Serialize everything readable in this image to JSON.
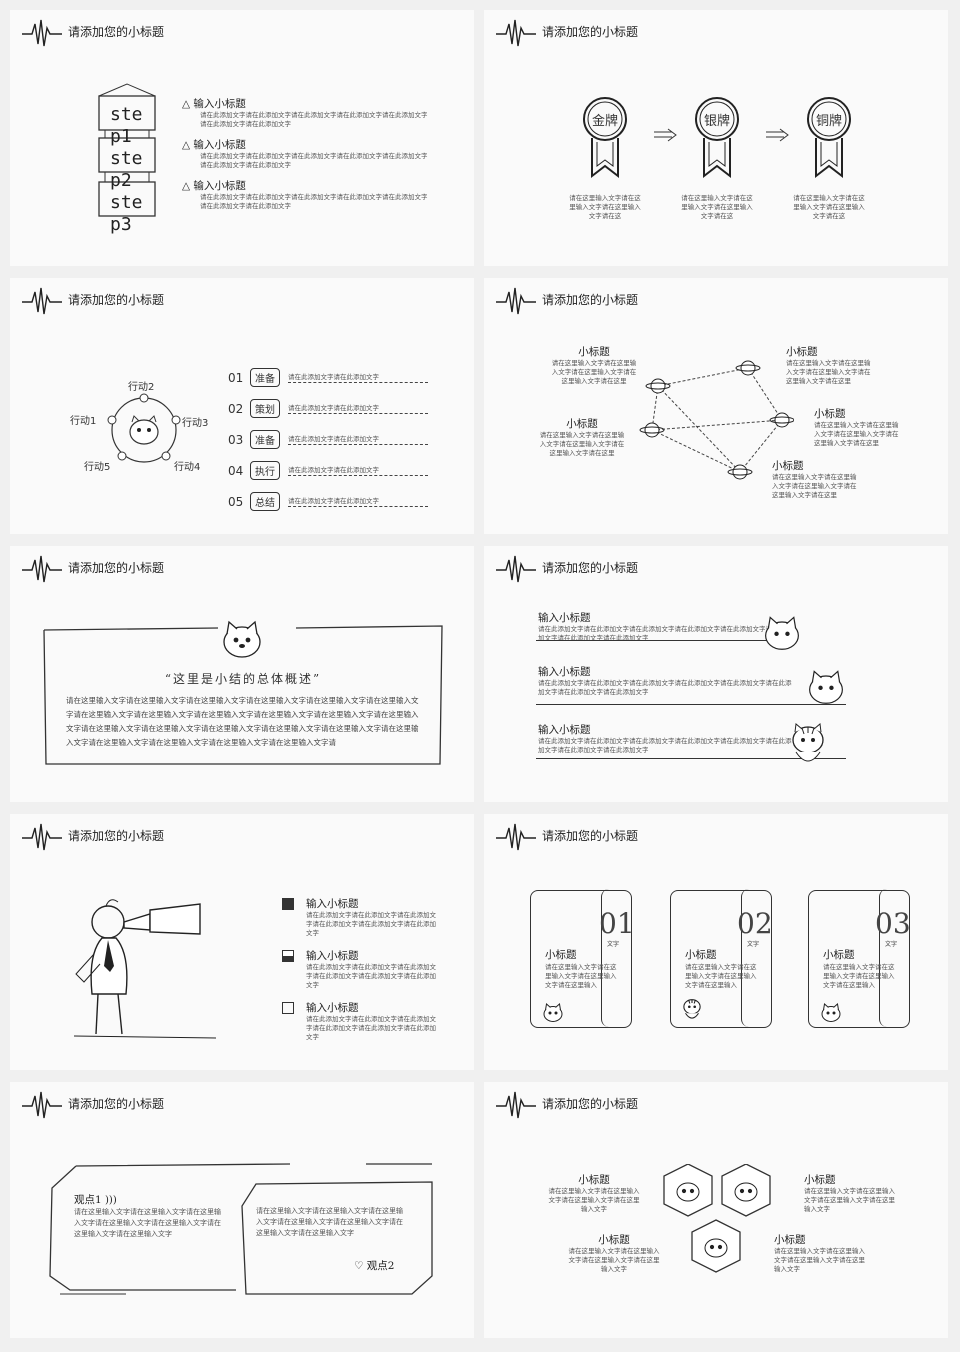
{
  "slide_title": "请添加您的小标题",
  "s1": {
    "signs": [
      "ste",
      "p1",
      "ste",
      "p2",
      "ste",
      "p3"
    ],
    "items": [
      {
        "title": "输入小标题",
        "text": "请在此添加文字请在此添加文字请在此添加文字请在此添加文字请在此添加文字请在此添加文字请在此添加文字"
      },
      {
        "title": "输入小标题",
        "text": "请在此添加文字请在此添加文字请在此添加文字请在此添加文字请在此添加文字请在此添加文字请在此添加文字"
      },
      {
        "title": "输入小标题",
        "text": "请在此添加文字请在此添加文字请在此添加文字请在此添加文字请在此添加文字请在此添加文字请在此添加文字"
      }
    ]
  },
  "s2": {
    "medals": [
      {
        "label": "金牌",
        "text": "请在这里输入文字请在这里输入文字请在这里输入文字请在这"
      },
      {
        "label": "银牌",
        "text": "请在这里输入文字请在这里输入文字请在这里输入文字请在这"
      },
      {
        "label": "铜牌",
        "text": "请在这里输入文字请在这里输入文字请在这里输入文字请在这"
      }
    ]
  },
  "s3": {
    "actions": [
      "行动1",
      "行动2",
      "行动3",
      "行动4",
      "行动5"
    ],
    "steps": [
      {
        "num": "01",
        "tag": "准备",
        "text": "请在此添加文字请在此添加文字"
      },
      {
        "num": "02",
        "tag": "策划",
        "text": "请在此添加文字请在此添加文字"
      },
      {
        "num": "03",
        "tag": "准备",
        "text": "请在此添加文字请在此添加文字"
      },
      {
        "num": "04",
        "tag": "执行",
        "text": "请在此添加文字请在此添加文字"
      },
      {
        "num": "05",
        "tag": "总结",
        "text": "请在此添加文字请在此添加文字"
      }
    ]
  },
  "s4": {
    "nodes": [
      {
        "title": "小标题",
        "text": "请在这里输入文字请在这里输入文字请在这里输入文字请在这里输入文字请在这里"
      },
      {
        "title": "小标题",
        "text": "请在这里输入文字请在这里输入文字请在这里输入文字请在这里输入文字请在这里"
      },
      {
        "title": "小标题",
        "text": "请在这里输入文字请在这里输入文字请在这里输入文字请在这里输入文字请在这里"
      },
      {
        "title": "小标题",
        "text": "请在这里输入文字请在这里输入文字请在这里输入文字请在这里输入文字请在这里"
      },
      {
        "title": "小标题",
        "text": "请在这里输入文字请在这里输入文字请在这里输入文字请在这里输入文字请在这里"
      }
    ]
  },
  "s5": {
    "quote": "“这里是小结的总体概述”",
    "text": "请在这里输入文字请在这里输入文字请在这里输入文字请在这里输入文字请在这里输入文字请在这里输入文字请在这里输入文字请在这里输入文字请在这里输入文字请在这里输入文字请在这里输入文字请在这里输入文字请在这里输入文字请在这里输入文字请在这里输入文字请在这里输入文字请在这里输入文字请在这里输入文字请在这里输入文字请在这里输入文字请在这里输入文字请在这里输入文字请"
  },
  "s6": {
    "items": [
      {
        "title": "输入小标题",
        "text": "请在此添加文字请在此添加文字请在此添加文字请在此添加文字请在此添加文字请在此添加文字请在此添加文字请在此添加文字"
      },
      {
        "title": "输入小标题",
        "text": "请在此添加文字请在此添加文字请在此添加文字请在此添加文字请在此添加文字请在此添加文字请在此添加文字请在此添加文字"
      },
      {
        "title": "输入小标题",
        "text": "请在此添加文字请在此添加文字请在此添加文字请在此添加文字请在此添加文字请在此添加文字请在此添加文字请在此添加文字"
      }
    ]
  },
  "s7": {
    "items": [
      {
        "title": "输入小标题",
        "text": "请在此添加文字请在此添加文字请在此添加文字请在此添加文字请在此添加文字请在此添加文字"
      },
      {
        "title": "输入小标题",
        "text": "请在此添加文字请在此添加文字请在此添加文字请在此添加文字请在此添加文字请在此添加文字"
      },
      {
        "title": "输入小标题",
        "text": "请在此添加文字请在此添加文字请在此添加文字请在此添加文字请在此添加文字请在此添加文字"
      }
    ]
  },
  "s8": {
    "cards": [
      {
        "num": "01",
        "sub": "文字",
        "title": "小标题",
        "text": "请在这里输入文字请在这里输入文字请在这里输入文字请在这里输入"
      },
      {
        "num": "02",
        "sub": "文字",
        "title": "小标题",
        "text": "请在这里输入文字请在这里输入文字请在这里输入文字请在这里输入"
      },
      {
        "num": "03",
        "sub": "文字",
        "title": "小标题",
        "text": "请在这里输入文字请在这里输入文字请在这里输入文字请在这里输入"
      }
    ]
  },
  "s9": {
    "p1_title": "观点1",
    "p1_text": "请在这里输入文字请在这里输入文字请在这里输入文字请在这里输入文字请在这里输入文字请在这里输入文字请在这里输入文字",
    "p2_title": "观点2",
    "p2_text": "请在这里输入文字请在这里输入文字请在这里输入文字请在这里输入文字请在这里输入文字请在这里输入文字请在这里输入文字"
  },
  "s10": {
    "items": [
      {
        "title": "小标题",
        "text": "请在这里输入文字请在这里输入文字请在这里输入文字请在这里输入文字"
      },
      {
        "title": "小标题",
        "text": "请在这里输入文字请在这里输入文字请在这里输入文字请在这里输入文字"
      },
      {
        "title": "小标题",
        "text": "请在这里输入文字请在这里输入文字请在这里输入文字请在这里输入文字"
      },
      {
        "title": "小标题",
        "text": "请在这里输入文字请在这里输入文字请在这里输入文字请在这里输入文字"
      }
    ]
  }
}
